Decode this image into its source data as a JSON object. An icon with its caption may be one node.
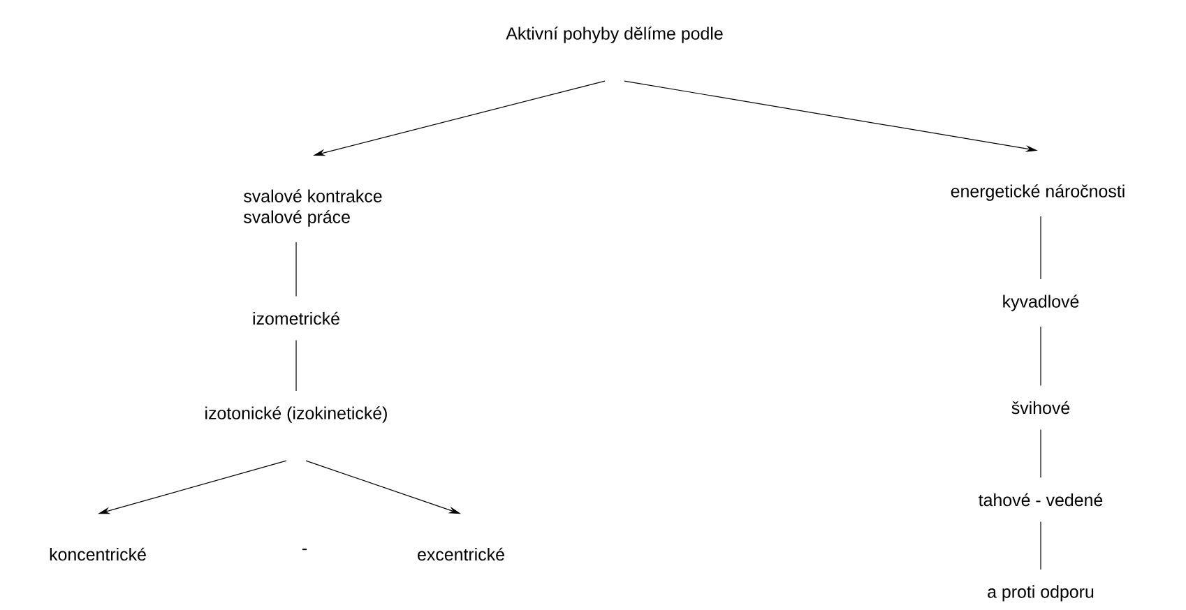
{
  "diagram": {
    "nodes": [
      {
        "text": [
          "Aktivní pohyby dělíme podle"
        ]
      },
      {
        "text": [
          "svalové kontrakce",
          "svalové práce"
        ]
      },
      {
        "text": [
          "energetické náročnosti"
        ]
      },
      {
        "text": [
          "izometrické"
        ]
      },
      {
        "text": [
          "izotonické (izokinetické)"
        ]
      },
      {
        "text": [
          "koncentrické"
        ]
      },
      {
        "text": [
          "excentrické"
        ]
      },
      {
        "text": [
          "kyvadlové"
        ]
      },
      {
        "text": [
          "švihové"
        ]
      },
      {
        "text": [
          "tahové - vedené"
        ]
      },
      {
        "text": [
          "a proti odporu"
        ]
      }
    ],
    "edges": [
      {
        "from": 0,
        "to": 1,
        "arrow": "to"
      },
      {
        "from": 0,
        "to": 2,
        "arrow": "to"
      },
      {
        "from": 1,
        "to": 3,
        "arrow": "none"
      },
      {
        "from": 3,
        "to": 4,
        "arrow": "none"
      },
      {
        "from": 4,
        "to": 5,
        "arrow": "to"
      },
      {
        "from": 4,
        "to": 6,
        "arrow": "to"
      },
      {
        "from": 2,
        "to": 7,
        "arrow": "none"
      },
      {
        "from": 7,
        "to": 8,
        "arrow": "none"
      },
      {
        "from": 8,
        "to": 9,
        "arrow": "none"
      },
      {
        "from": 9,
        "to": 10,
        "arrow": "none"
      }
    ],
    "labels": [
      "-"
    ]
  }
}
